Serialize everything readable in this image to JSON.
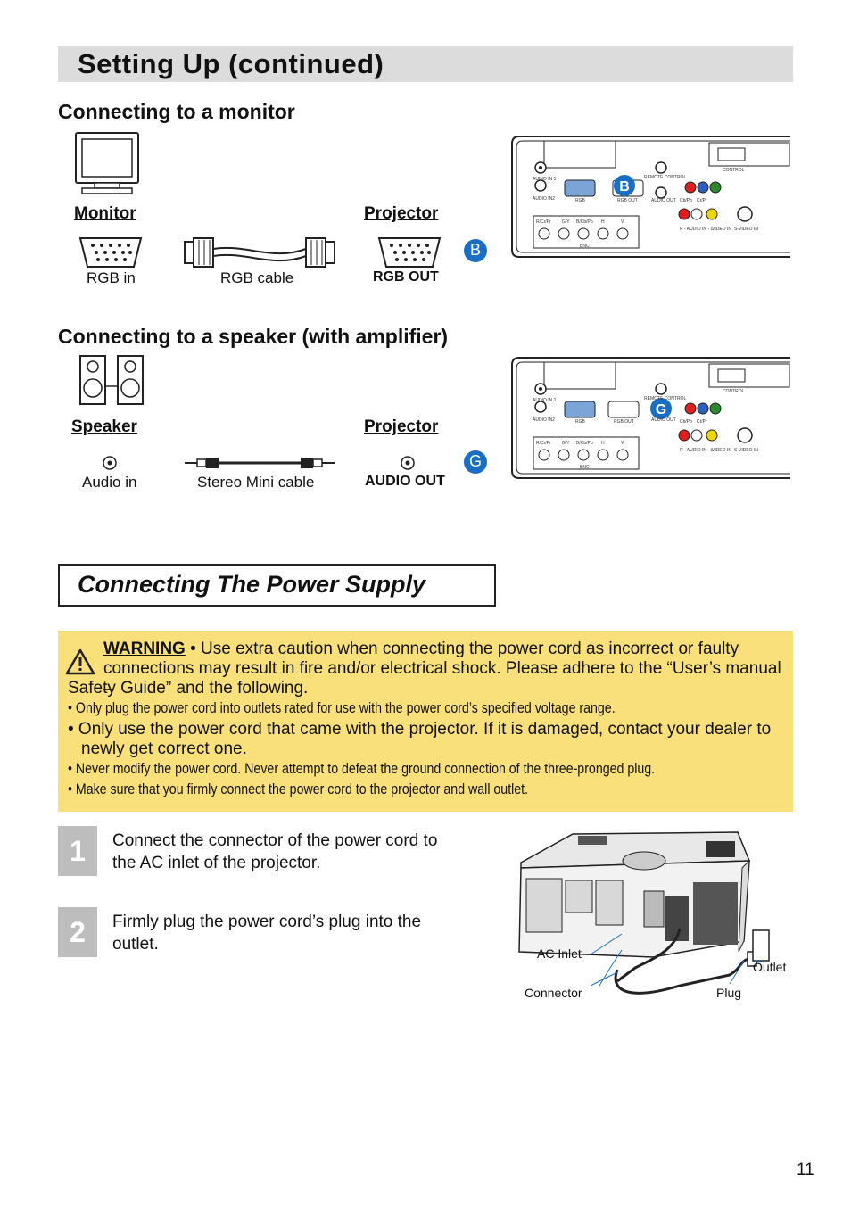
{
  "header": {
    "title": "Setting Up (continued)"
  },
  "monitor_section": {
    "heading": "Connecting to a monitor",
    "device_label": "Monitor",
    "projector_label": "Projector",
    "port_in": "RGB in",
    "cable": "RGB cable",
    "port_out": "RGB OUT",
    "badge": "B"
  },
  "speaker_section": {
    "heading": "Connecting to a speaker (with amplifier)",
    "device_label": "Speaker",
    "projector_label": "Projector",
    "port_in": "Audio in",
    "cable": "Stereo Mini cable",
    "port_out": "AUDIO OUT",
    "badge": "G"
  },
  "panel_labels": {
    "audio_in_1": "AUDIO IN 1",
    "audio_in_2": "AUDIO IN2",
    "rgb": "RGB",
    "rgb_out": "RGB OUT",
    "remote_control": "REMOTE CONTROL",
    "audio_out": "AUDIO OUT",
    "control": "CONTROL",
    "cb_pb": "Cb/Pb",
    "cr_pr": "Cr/Pr",
    "r_cr_pr": "R/Cr/Pr",
    "g_y": "G/Y",
    "b_cb_pb": "B/Cb/Pb",
    "h": "H",
    "v": "V",
    "bnc": "BNC",
    "r_audio_in_l": "R - AUDIO IN - L",
    "video_in": "VIDEO IN",
    "s_video_in": "S-VIDEO IN"
  },
  "power_section": {
    "heading": "Connecting The Power Supply",
    "warning": {
      "label": "WARNING",
      "intro_1": "• Use extra caution when connecting the power cord as incorrect or faulty",
      "intro_2": "connections may result in fire and/or electrical shock. Please adhere to the “User’s manual –",
      "intro_3": "Safety Guide” and the following.",
      "bullet_1": "• Only plug the power cord into outlets rated for use with the power cord’s specified voltage range.",
      "bullet_2a": "• Only use the power cord that came with the projector. If it is damaged, contact your dealer to",
      "bullet_2b": "newly get correct one.",
      "bullet_3": "• Never modify the power cord. Never attempt to defeat the ground connection of the three-pronged plug.",
      "bullet_4": "• Make sure that you firmly connect the power cord to the projector and wall outlet."
    },
    "steps": [
      {
        "num": "1",
        "line1": "Connect the connector of the power cord to",
        "line2": "the AC inlet of the projector."
      },
      {
        "num": "2",
        "line1": "Firmly plug the power cord’s plug into the",
        "line2": "outlet."
      }
    ],
    "diagram": {
      "ac_inlet": "AC Inlet",
      "outlet": "Outlet",
      "connector": "Connector",
      "plug": "Plug"
    }
  },
  "footer": {
    "page_number": "11"
  },
  "colors": {
    "badge_blue": "#1a6fc4",
    "warning_bg": "#f9e07a",
    "title_bg": "#dcdcdc"
  }
}
